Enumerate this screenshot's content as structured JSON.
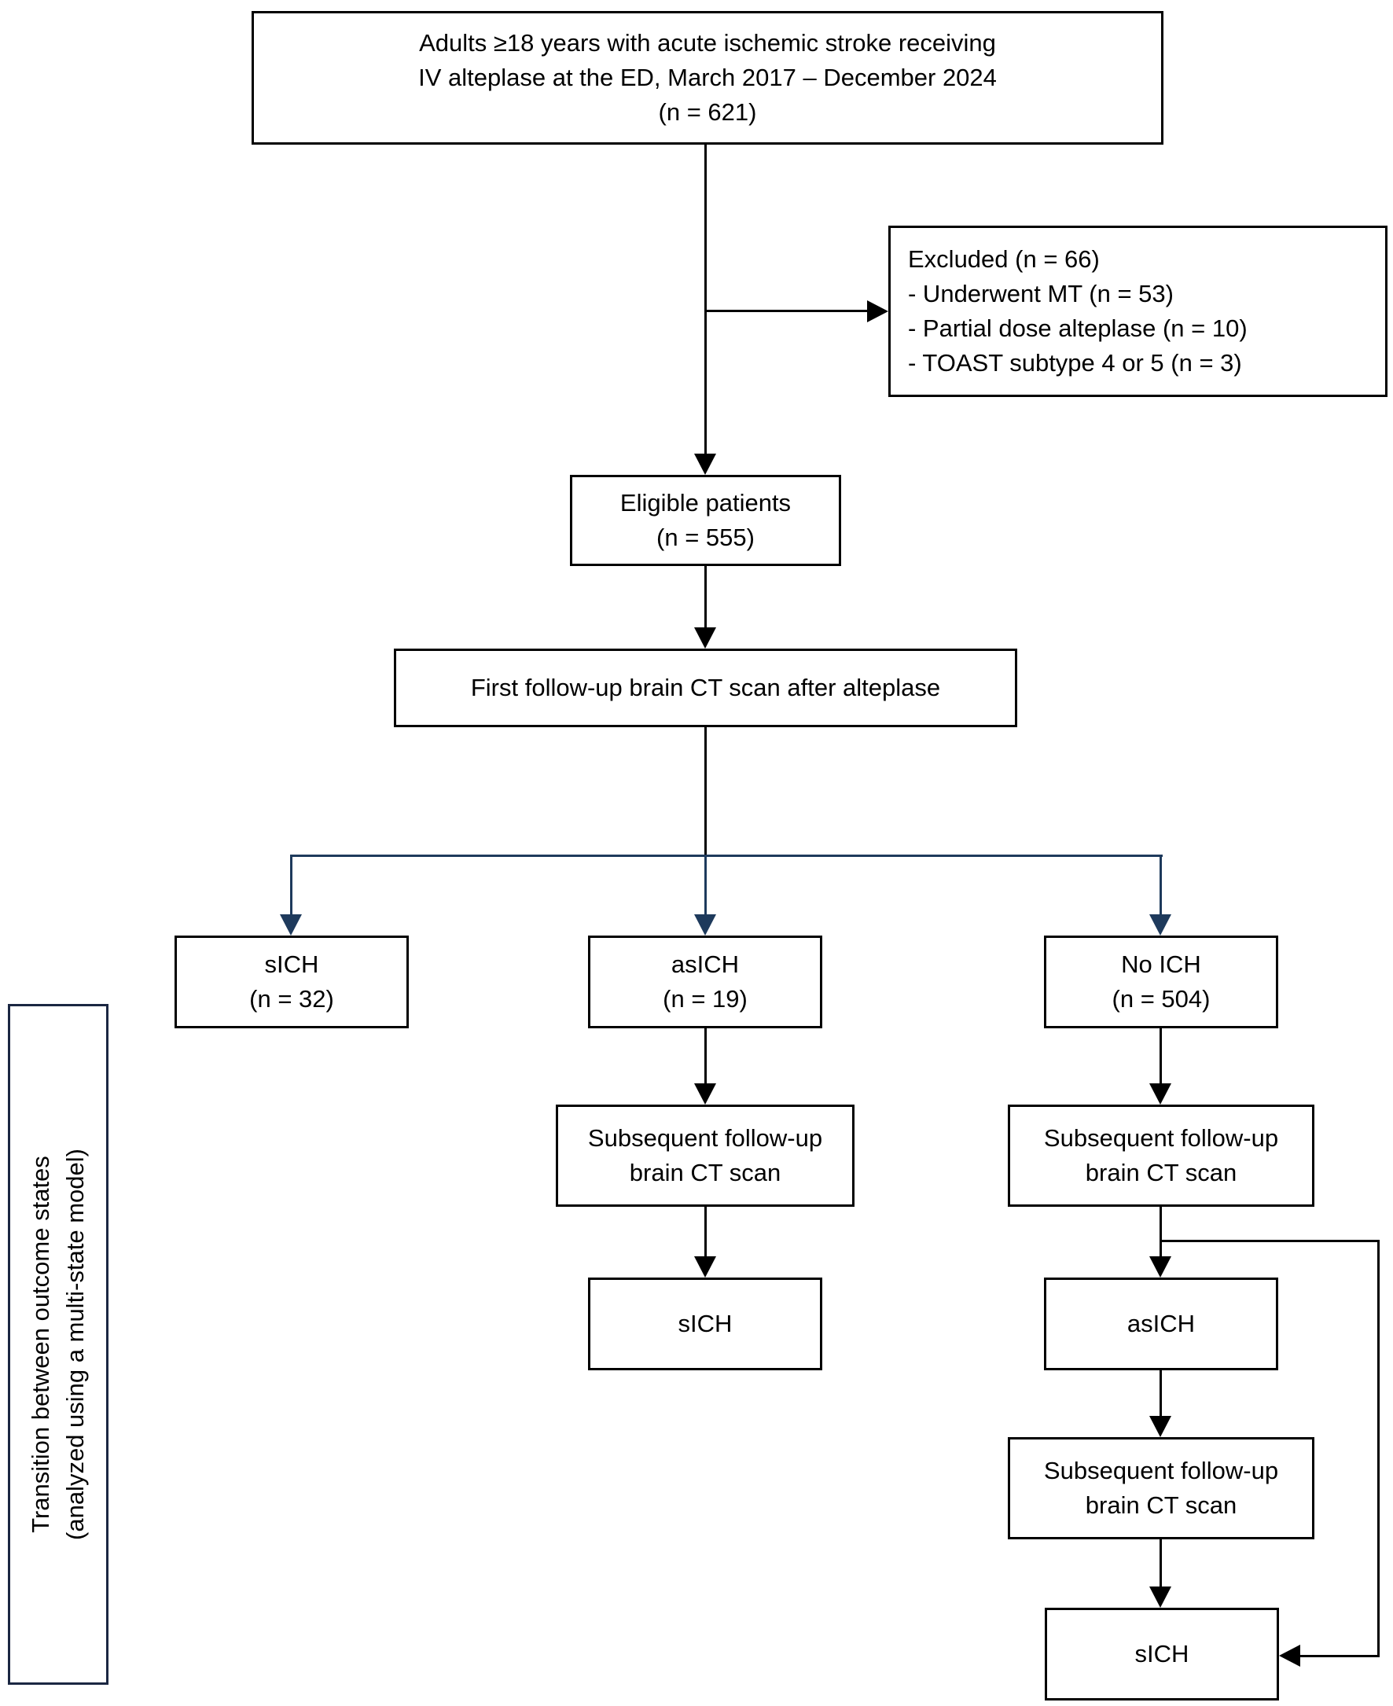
{
  "colors": {
    "line": "#000000",
    "box_border": "#000000",
    "branch_arrow_accent": "#1e3a5c",
    "side_label_border": "#1b2742",
    "background": "#ffffff"
  },
  "boxes": {
    "enrollment": {
      "line1": "Adults ≥18 years with acute ischemic stroke receiving",
      "line2": "IV alteplase at the ED, March 2017 – December 2024",
      "line3": "(n = 621)"
    },
    "excluded": {
      "title": "Excluded (n = 66)",
      "items": [
        "- Underwent MT (n = 53)",
        "- Partial dose alteplase (n = 10)",
        "- TOAST subtype 4 or 5 (n = 3)"
      ]
    },
    "eligible": {
      "line1": "Eligible patients",
      "line2": "(n = 555)"
    },
    "first_ct": {
      "label": "First follow-up brain CT scan after alteplase"
    },
    "sich_initial": {
      "line1": "sICH",
      "line2": "(n = 32)"
    },
    "asich_initial": {
      "line1": "asICH",
      "line2": "(n = 19)"
    },
    "no_ich": {
      "line1": "No ICH",
      "line2": "(n = 504)"
    },
    "subsequent_ct_mid": {
      "line1": "Subsequent follow-up",
      "line2": "brain CT scan"
    },
    "sich_after_asich": {
      "label": "sICH"
    },
    "subsequent_ct_right1": {
      "line1": "Subsequent follow-up",
      "line2": "brain CT scan"
    },
    "asich_after_no_ich": {
      "label": "asICH"
    },
    "subsequent_ct_right2": {
      "line1": "Subsequent follow-up",
      "line2": "brain CT scan"
    },
    "sich_final": {
      "label": "sICH"
    }
  },
  "side_label": {
    "line1": "Transition between outcome states",
    "line2": "(analyzed using a multi-state model)"
  }
}
